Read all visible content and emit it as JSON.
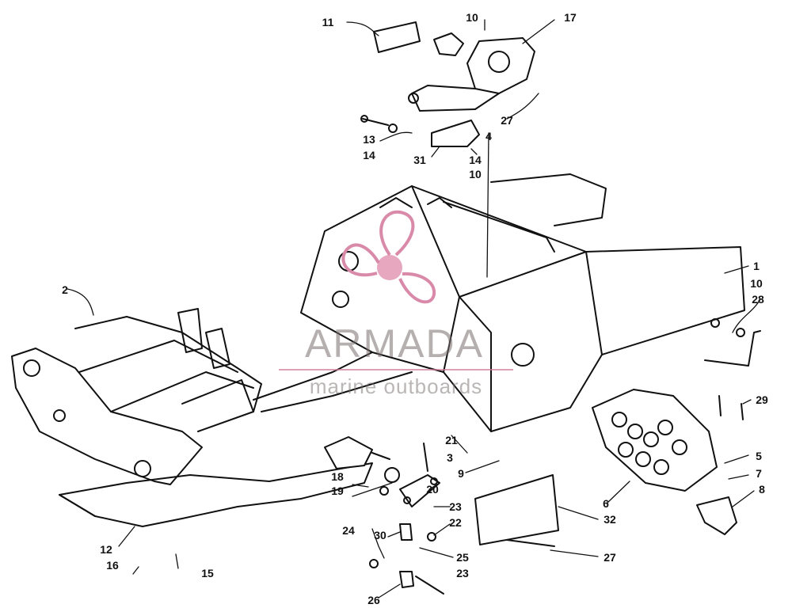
{
  "callouts": [
    {
      "id": "c1",
      "text": "1"
    },
    {
      "id": "c2",
      "text": "2"
    },
    {
      "id": "c3",
      "text": "3"
    },
    {
      "id": "c4",
      "text": "4"
    },
    {
      "id": "c5",
      "text": "5"
    },
    {
      "id": "c6",
      "text": "6"
    },
    {
      "id": "c7",
      "text": "7"
    },
    {
      "id": "c8",
      "text": "8"
    },
    {
      "id": "c9",
      "text": "9"
    },
    {
      "id": "c10a",
      "text": "10"
    },
    {
      "id": "c10b",
      "text": "10"
    },
    {
      "id": "c10c",
      "text": "10"
    },
    {
      "id": "c11",
      "text": "11"
    },
    {
      "id": "c12",
      "text": "12"
    },
    {
      "id": "c13",
      "text": "13"
    },
    {
      "id": "c14a",
      "text": "14"
    },
    {
      "id": "c14b",
      "text": "14"
    },
    {
      "id": "c15",
      "text": "15"
    },
    {
      "id": "c16",
      "text": "16"
    },
    {
      "id": "c17",
      "text": "17"
    },
    {
      "id": "c18",
      "text": "18"
    },
    {
      "id": "c19",
      "text": "19"
    },
    {
      "id": "c20",
      "text": "20"
    },
    {
      "id": "c21",
      "text": "21"
    },
    {
      "id": "c22",
      "text": "22"
    },
    {
      "id": "c23a",
      "text": "23"
    },
    {
      "id": "c23b",
      "text": "23"
    },
    {
      "id": "c24",
      "text": "24"
    },
    {
      "id": "c25",
      "text": "25"
    },
    {
      "id": "c26",
      "text": "26"
    },
    {
      "id": "c27a",
      "text": "27"
    },
    {
      "id": "c27b",
      "text": "27"
    },
    {
      "id": "c28",
      "text": "28"
    },
    {
      "id": "c29",
      "text": "29"
    },
    {
      "id": "c30",
      "text": "30"
    },
    {
      "id": "c31",
      "text": "31"
    },
    {
      "id": "c32",
      "text": "32"
    }
  ],
  "watermark": {
    "brand": "ARMADA",
    "tagline": "marine outboards",
    "logo_icon": "propeller-icon",
    "accent_color": "#d98aa8"
  },
  "colors": {
    "ink": "#111111",
    "paper": "#ffffff"
  }
}
